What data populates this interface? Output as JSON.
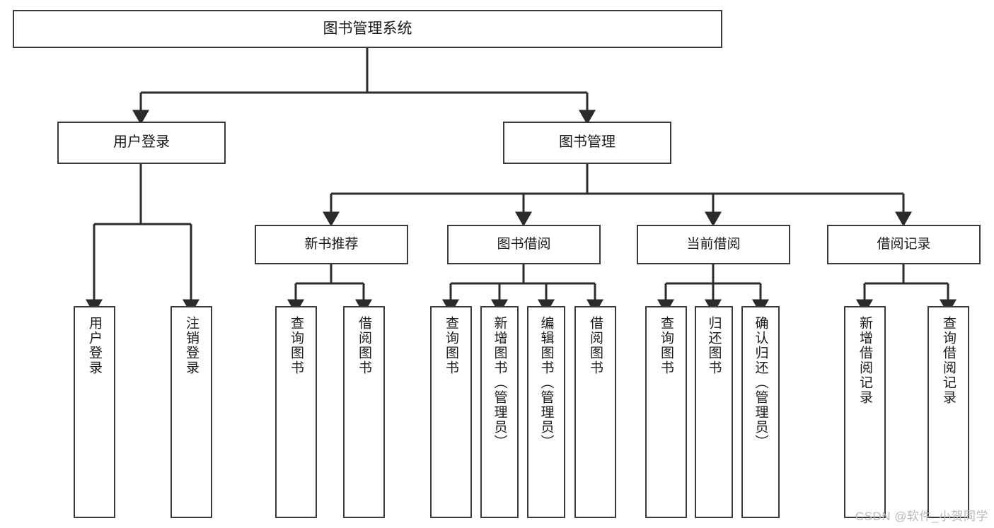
{
  "diagram": {
    "title": "图书管理系统",
    "type": "tree-hierarchy",
    "watermark": "CSDN @软件_小贺同学",
    "colors": {
      "background": "#ffffff",
      "border": "#3a3a3a",
      "text": "#1a1a1a",
      "connector": "#2b2b2b",
      "watermark": "#b9b9b9"
    },
    "root": {
      "label": "图书管理系统"
    },
    "level1": [
      {
        "label": "用户登录"
      },
      {
        "label": "图书管理"
      }
    ],
    "level2": [
      {
        "label": "新书推荐"
      },
      {
        "label": "图书借阅"
      },
      {
        "label": "当前借阅"
      },
      {
        "label": "借阅记录"
      }
    ],
    "leaves": {
      "user_login": [
        {
          "label": "用户登录"
        },
        {
          "label": "注销登录"
        }
      ],
      "new_book_recommend": [
        {
          "label": "查询图书"
        },
        {
          "label": "借阅图书"
        }
      ],
      "book_borrow": [
        {
          "label": "查询图书"
        },
        {
          "label": "新增图书（管理员）"
        },
        {
          "label": "编辑图书（管理员）"
        },
        {
          "label": "借阅图书"
        }
      ],
      "current_borrow": [
        {
          "label": "查询图书"
        },
        {
          "label": "归还图书"
        },
        {
          "label": "确认归还（管理员）"
        }
      ],
      "borrow_record": [
        {
          "label": "新增借阅记录"
        },
        {
          "label": "查询借阅记录"
        }
      ]
    }
  }
}
